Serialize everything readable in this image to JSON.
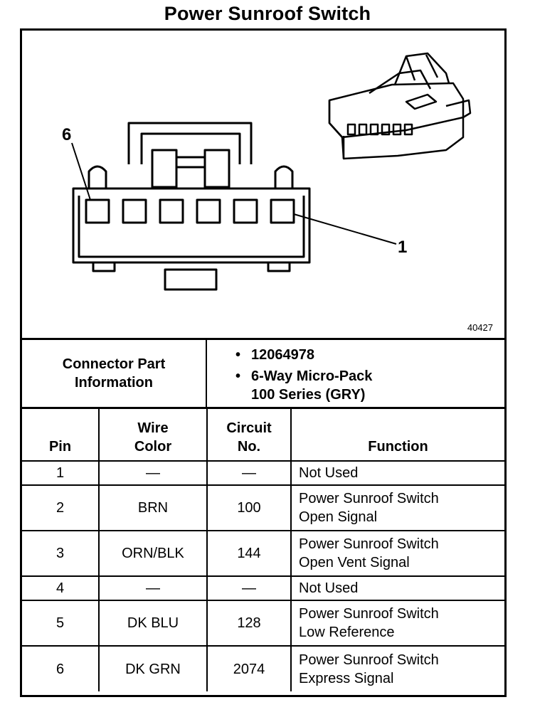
{
  "title": "Power Sunroof Switch",
  "diagram": {
    "pin_label_left": "6",
    "pin_label_right": "1",
    "figure_number": "40427"
  },
  "connector": {
    "label": "Connector Part\nInformation",
    "items": [
      "12064978",
      "6-Way Micro-Pack\n100 Series (GRY)"
    ],
    "bullet": "•"
  },
  "table": {
    "headers": {
      "pin": "Pin",
      "wire_color": "Wire\nColor",
      "circuit": "Circuit\nNo.",
      "function": "Function"
    },
    "rows": [
      {
        "pin": "1",
        "wire_color": "—",
        "circuit": "—",
        "function": "Not Used"
      },
      {
        "pin": "2",
        "wire_color": "BRN",
        "circuit": "100",
        "function": "Power Sunroof Switch\nOpen Signal"
      },
      {
        "pin": "3",
        "wire_color": "ORN/BLK",
        "circuit": "144",
        "function": "Power Sunroof Switch\nOpen Vent Signal"
      },
      {
        "pin": "4",
        "wire_color": "—",
        "circuit": "—",
        "function": "Not Used"
      },
      {
        "pin": "5",
        "wire_color": "DK BLU",
        "circuit": "128",
        "function": "Power Sunroof Switch\nLow Reference"
      },
      {
        "pin": "6",
        "wire_color": "DK GRN",
        "circuit": "2074",
        "function": "Power Sunroof Switch\nExpress Signal"
      }
    ]
  }
}
